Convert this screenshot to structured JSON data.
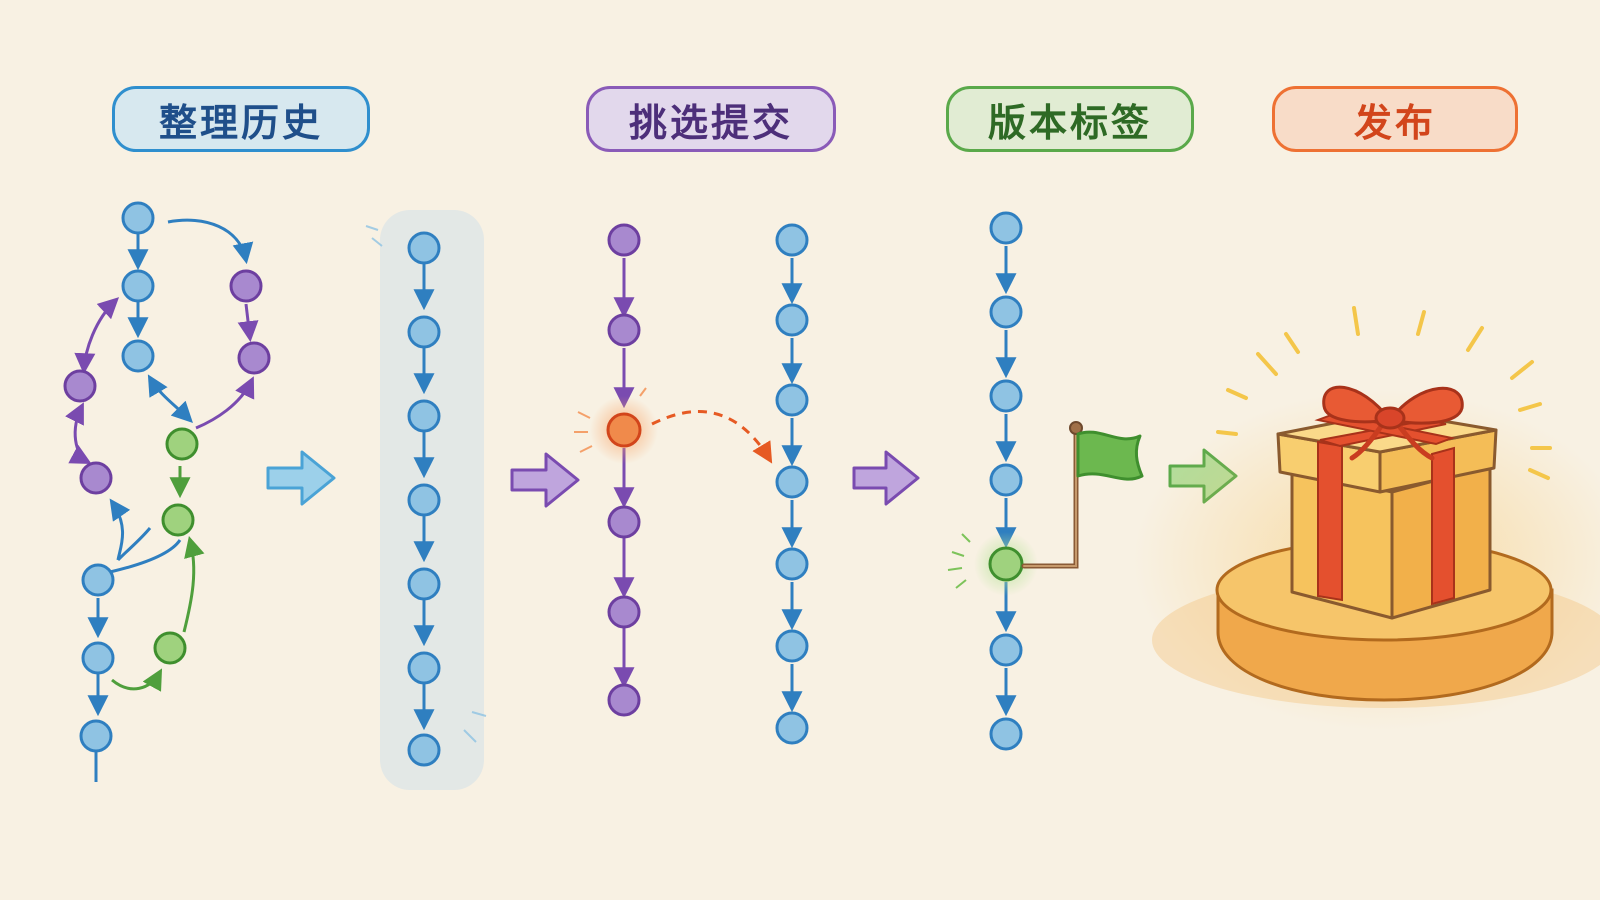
{
  "stages": [
    {
      "id": "rebase",
      "label": "整理历史",
      "color": "#2f8fce"
    },
    {
      "id": "cherry-pick",
      "label": "挑选提交",
      "color": "#8a5bb8"
    },
    {
      "id": "tag",
      "label": "版本标签",
      "color": "#5aa94a"
    },
    {
      "id": "release",
      "label": "发布",
      "color": "#ee7133"
    }
  ],
  "colors": {
    "background": "#f8f1e3",
    "blue_commit": "#8fc3e3",
    "blue_stroke": "#2f7fc0",
    "purple_commit": "#a889cf",
    "purple_stroke": "#6d3fa0",
    "green_commit": "#9fd27e",
    "green_stroke": "#3f8f2e",
    "orange_commit": "#f08a4b",
    "orange_stroke": "#d2451b"
  },
  "icons": [
    "flow-arrow-icon",
    "flag-icon",
    "gift-box-icon"
  ]
}
